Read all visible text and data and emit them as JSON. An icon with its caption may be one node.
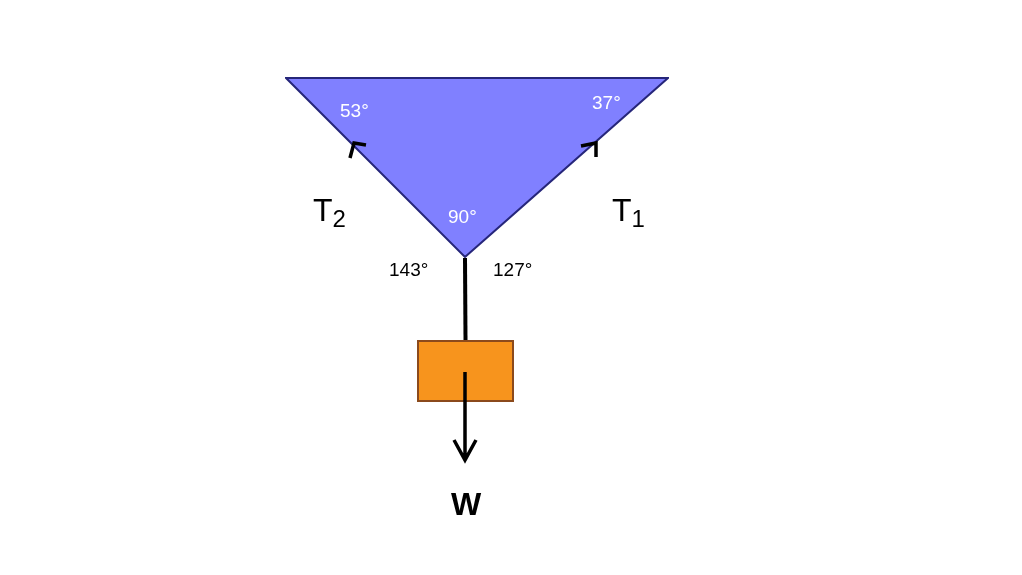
{
  "diagram": {
    "nodes": [
      {
        "text": [
          "53°",
          "37°",
          "90°"
        ]
      },
      {
        "text": [],
        "shape": "box"
      }
    ],
    "edges": [
      {
        "from": 0,
        "to": 1,
        "arrow": "none"
      }
    ],
    "labels": [
      "T$_{2}$",
      "T$_{1}$",
      "143°",
      "127°",
      "W"
    ]
  }
}
